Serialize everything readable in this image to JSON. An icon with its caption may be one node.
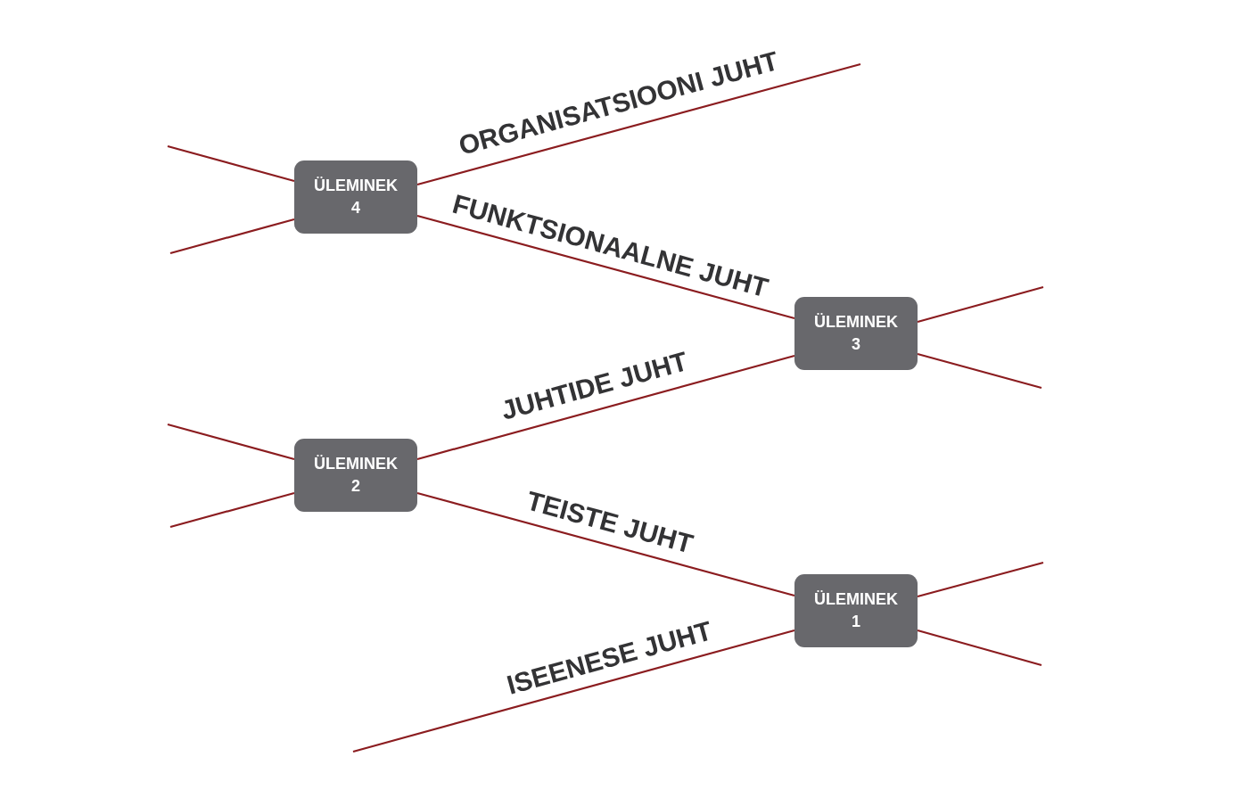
{
  "diagram": {
    "nodes": [
      {
        "text": [
          "ÜLEMINEK 4"
        ]
      },
      {
        "text": [
          "ÜLEMINEK 3"
        ]
      },
      {
        "text": [
          "ÜLEMINEK 2"
        ]
      },
      {
        "text": [
          "ÜLEMINEK 1"
        ]
      }
    ],
    "edges": [
      {
        "from": 0,
        "to": null,
        "arrow": "none",
        "label": "ORGANISATSIOONI JUHT"
      },
      {
        "from": 0,
        "to": 1,
        "arrow": "none",
        "label": "FUNKTSIONAALNE JUHT"
      },
      {
        "from": 2,
        "to": 1,
        "arrow": "none",
        "label": "JUHTIDE JUHT"
      },
      {
        "from": 2,
        "to": 3,
        "arrow": "none",
        "label": "TEISTE JUHT"
      },
      {
        "from": null,
        "to": 3,
        "arrow": "none",
        "label": "ISEENESE JUHT"
      },
      {
        "from": null,
        "to": 0,
        "arrow": "none"
      },
      {
        "from": null,
        "to": 0,
        "arrow": "none"
      },
      {
        "from": 1,
        "to": null,
        "arrow": "none"
      },
      {
        "from": 1,
        "to": null,
        "arrow": "none"
      },
      {
        "from": null,
        "to": 2,
        "arrow": "none"
      },
      {
        "from": null,
        "to": 2,
        "arrow": "none"
      },
      {
        "from": 3,
        "to": null,
        "arrow": "none"
      },
      {
        "from": 3,
        "to": null,
        "arrow": "none"
      }
    ]
  }
}
